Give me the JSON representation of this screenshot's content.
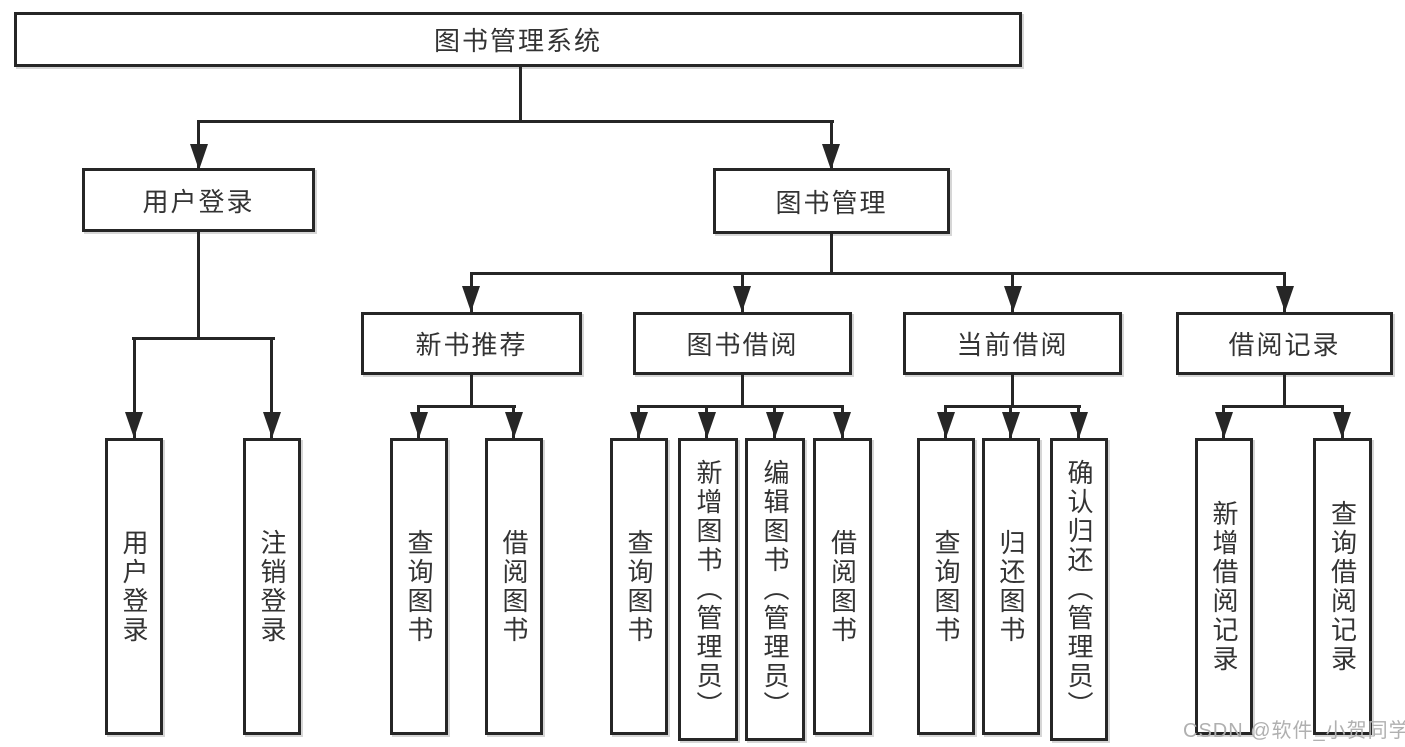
{
  "diagram": {
    "root": "图书管理系统",
    "branches": [
      "用户登录",
      "图书管理"
    ],
    "sections": [
      "新书推荐",
      "图书借阅",
      "当前借阅",
      "借阅记录"
    ],
    "user_login_children": [
      "用户登录",
      "注销登录"
    ],
    "new_book_children": [
      "查询图书",
      "借阅图书"
    ],
    "book_borrow_children": [
      "查询图书",
      "新增图书（管理员）",
      "编辑图书（管理员）",
      "借阅图书"
    ],
    "current_borrow_children": [
      "查询图书",
      "归还图书",
      "确认归还（管理员）"
    ],
    "borrow_record_children": [
      "新增借阅记录",
      "查询借阅记录"
    ]
  },
  "watermark": "CSDN @软件_小贺同学",
  "colors": {
    "line": "#262626",
    "text": "#333333",
    "watermark": "#b0b0b0"
  }
}
